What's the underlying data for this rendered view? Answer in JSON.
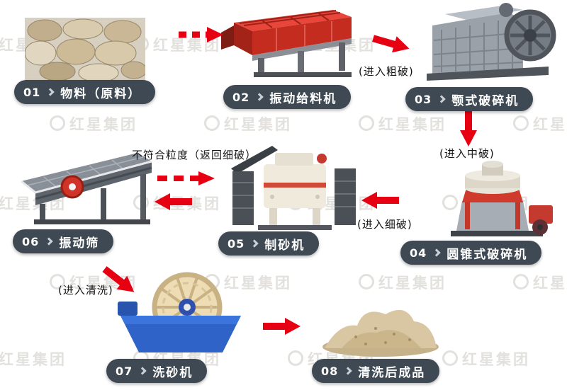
{
  "watermark": "红星集团",
  "steps": [
    {
      "num": "01",
      "label": "物料（原料）"
    },
    {
      "num": "02",
      "label": "振动给料机"
    },
    {
      "num": "03",
      "label": "颚式破碎机"
    },
    {
      "num": "04",
      "label": "圆锥式破碎机"
    },
    {
      "num": "05",
      "label": "制砂机"
    },
    {
      "num": "06",
      "label": "振动筛"
    },
    {
      "num": "07",
      "label": "洗砂机"
    },
    {
      "num": "08",
      "label": "清洗后成品"
    }
  ],
  "annotations": {
    "to_coarse": "(进入粗破)",
    "to_medium": "(进入中破)",
    "to_fine": "(进入细破)",
    "return_note": "不符合粒度（返回细破）",
    "to_wash": "(进入清洗)"
  },
  "images": {
    "step1": "raw-material-rocks-photo",
    "step2": "vibrating-feeder-photo",
    "step3": "jaw-crusher-photo",
    "step4": "cone-crusher-photo",
    "step5": "sand-maker-photo",
    "step6": "vibrating-screen-photo",
    "step7": "sand-washer-photo",
    "step8": "washed-sand-product-photo"
  },
  "colors": {
    "arrow_red": "#e60012",
    "label_bg": "#3e4953",
    "label_text": "#ffffff",
    "annotation_text": "#141414",
    "watermark": "#e3e1de"
  }
}
